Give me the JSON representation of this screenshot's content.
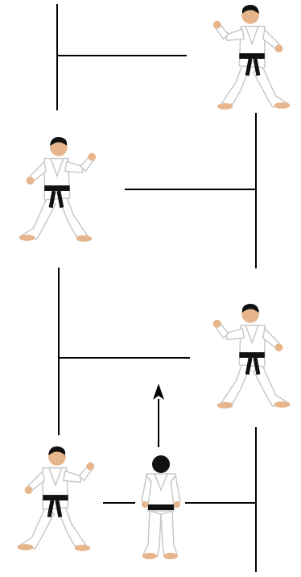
{
  "diagram": {
    "type": "karate-kata-embusen",
    "background": "#ffffff",
    "line_color": "#000000",
    "gi_color": "#ffffff",
    "gi_outline": "#c8c8c8",
    "belt_color": "#111111",
    "skin_color": "#e6b58c",
    "hair_color": "#111111",
    "figures": [
      {
        "id": "stance-top-right",
        "facing": "left",
        "pose": "back-stance-guard"
      },
      {
        "id": "stance-upper-left",
        "facing": "right",
        "pose": "back-stance-guard"
      },
      {
        "id": "stance-lower-right",
        "facing": "left",
        "pose": "back-stance-guard"
      },
      {
        "id": "stance-bottom-left",
        "facing": "right",
        "pose": "back-stance-guard"
      },
      {
        "id": "ready-center",
        "facing": "forward",
        "pose": "ready-stance"
      }
    ],
    "direction_arrow": {
      "points": "up",
      "icon": "arrow-up-icon"
    }
  }
}
